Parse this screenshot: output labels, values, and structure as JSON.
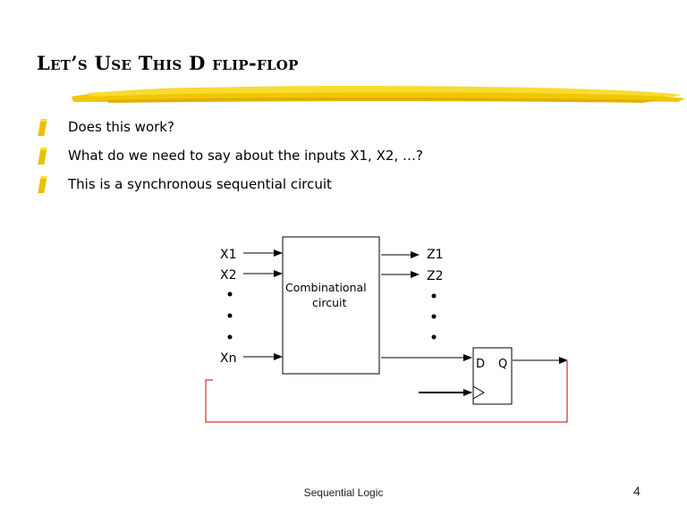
{
  "slide": {
    "title": "Let’s Use This D flip-flop",
    "bullets": [
      "Does this work?",
      "What do we need to say about the inputs X1, X2, …?",
      "This is a synchronous sequential circuit"
    ],
    "accent_color": "#f0c800",
    "feedback_color": "#cc0000"
  },
  "diagram": {
    "inputs": [
      "X1",
      "X2",
      "Xn"
    ],
    "outputs": [
      "Z1",
      "Z2"
    ],
    "block_label_line1": "Combinational",
    "block_label_line2": "circuit",
    "ff_d_label": "D",
    "ff_q_label": "Q"
  },
  "footer": {
    "text": "Sequential Logic",
    "page_number": "4"
  }
}
